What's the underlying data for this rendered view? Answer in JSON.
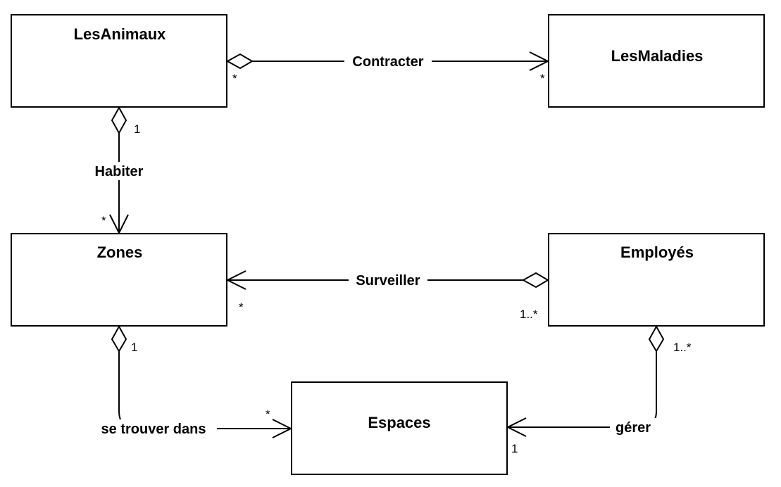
{
  "classes": {
    "animaux": "LesAnimaux",
    "maladies": "LesMaladies",
    "zones": "Zones",
    "employes": "Employés",
    "espaces": "Espaces"
  },
  "associations": {
    "contracter": {
      "label": "Contracter",
      "source_mult": "*",
      "target_mult": "*"
    },
    "habiter": {
      "label": "Habiter",
      "source_mult": "1",
      "target_mult": "*"
    },
    "surveiller": {
      "label": "Surveiller",
      "source_mult": "1..*",
      "target_mult": "*"
    },
    "se_trouver_dans": {
      "label": "se trouver dans",
      "source_mult": "1",
      "target_mult": "*"
    },
    "gerer": {
      "label": "gérer",
      "source_mult": "1..*",
      "target_mult": "1"
    }
  }
}
